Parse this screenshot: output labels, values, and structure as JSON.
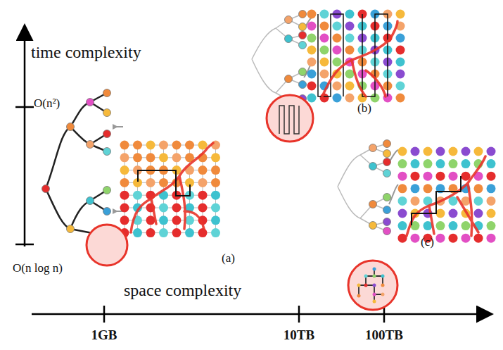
{
  "diagram": {
    "labels": [
      "time complexity",
      "O(n²)",
      "O(n log n)",
      "space complexity",
      "1GB",
      "10TB",
      "100TB",
      "(a)",
      "(b)",
      "(c)"
    ]
  }
}
